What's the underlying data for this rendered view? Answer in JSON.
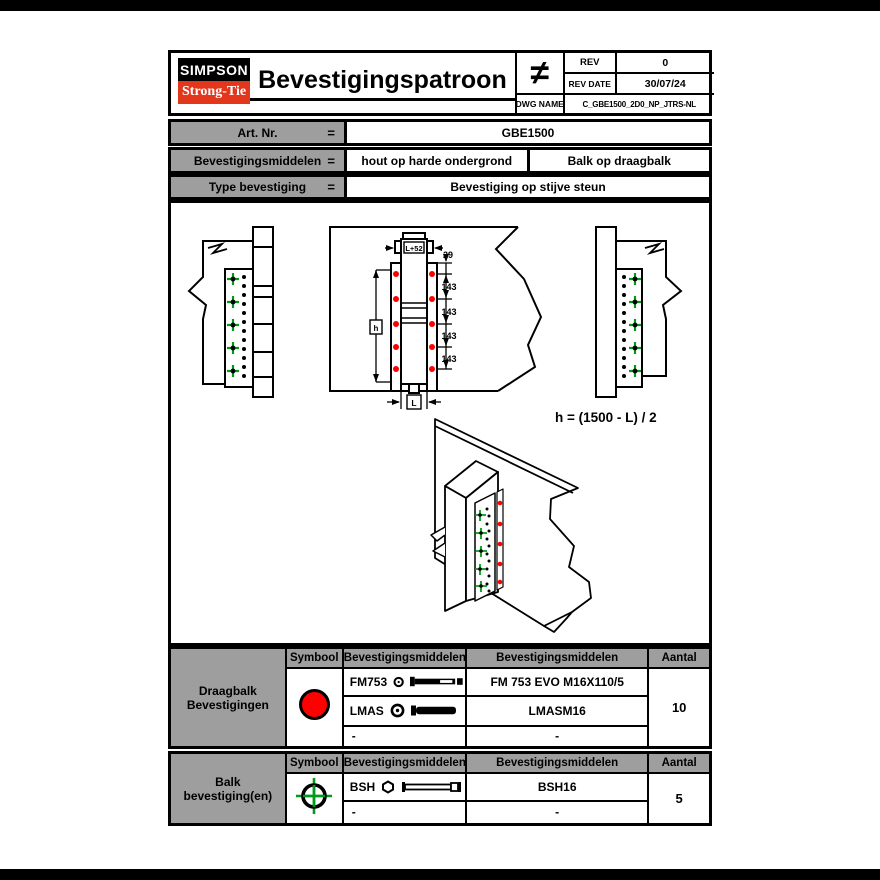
{
  "header": {
    "brand_line1": "SIMPSON",
    "brand_line2": "Strong-Tie",
    "title": "Bevestigingspatroon",
    "not_equal_symbol": "≠",
    "rev_label": "REV",
    "rev_value": "0",
    "rev_date_label": "REV DATE",
    "rev_date_value": "30/07/24",
    "dwg_name_label": "DWG NAME",
    "dwg_name_value": "C_GBE1500_2D0_NP_JTRS-NL"
  },
  "info": {
    "art_nr": {
      "label": "Art. Nr.",
      "eq": "=",
      "value": "GBE1500"
    },
    "middelen": {
      "label": "Bevestigingsmiddelen",
      "eq": "=",
      "value1": "hout op harde ondergrond",
      "value2": "Balk op draagbalk"
    },
    "type": {
      "label": "Type bevestiging",
      "eq": "=",
      "value": "Bevestiging op stijve steun"
    }
  },
  "drawing": {
    "formula": "h = (1500 - L) / 2",
    "center": {
      "top_dim": "L+52",
      "edge_dim": "29",
      "spacing_dims": [
        "143",
        "143",
        "143",
        "143"
      ],
      "height_dim": "h",
      "width_dim": "L"
    }
  },
  "tables": {
    "col_headers": {
      "symbool": "Symbool",
      "middelen1": "Bevestigingsmiddelen",
      "middelen2": "Bevestigingsmiddelen",
      "aantal": "Aantal"
    },
    "draagbalk": {
      "name": "Draagbalk Bevestigingen",
      "symbol": "red-filled-circle",
      "rows": [
        {
          "code": "FM753",
          "product": "FM 753 EVO M16X110/5"
        },
        {
          "code": "LMAS",
          "product": "LMASM16"
        },
        {
          "code": "-",
          "product": "-"
        }
      ],
      "aantal": "10"
    },
    "balk": {
      "name": "Balk bevestiging(en)",
      "symbol": "green-crosshair-circle",
      "rows": [
        {
          "code": "BSH",
          "product": "BSH16"
        },
        {
          "code": "-",
          "product": "-"
        }
      ],
      "aantal": "5"
    }
  },
  "colors": {
    "logo_red": "#e2371c",
    "fastener_red": "#ff0000",
    "fastener_green": "#009b1a",
    "header_gray": "#9e9e9e"
  }
}
